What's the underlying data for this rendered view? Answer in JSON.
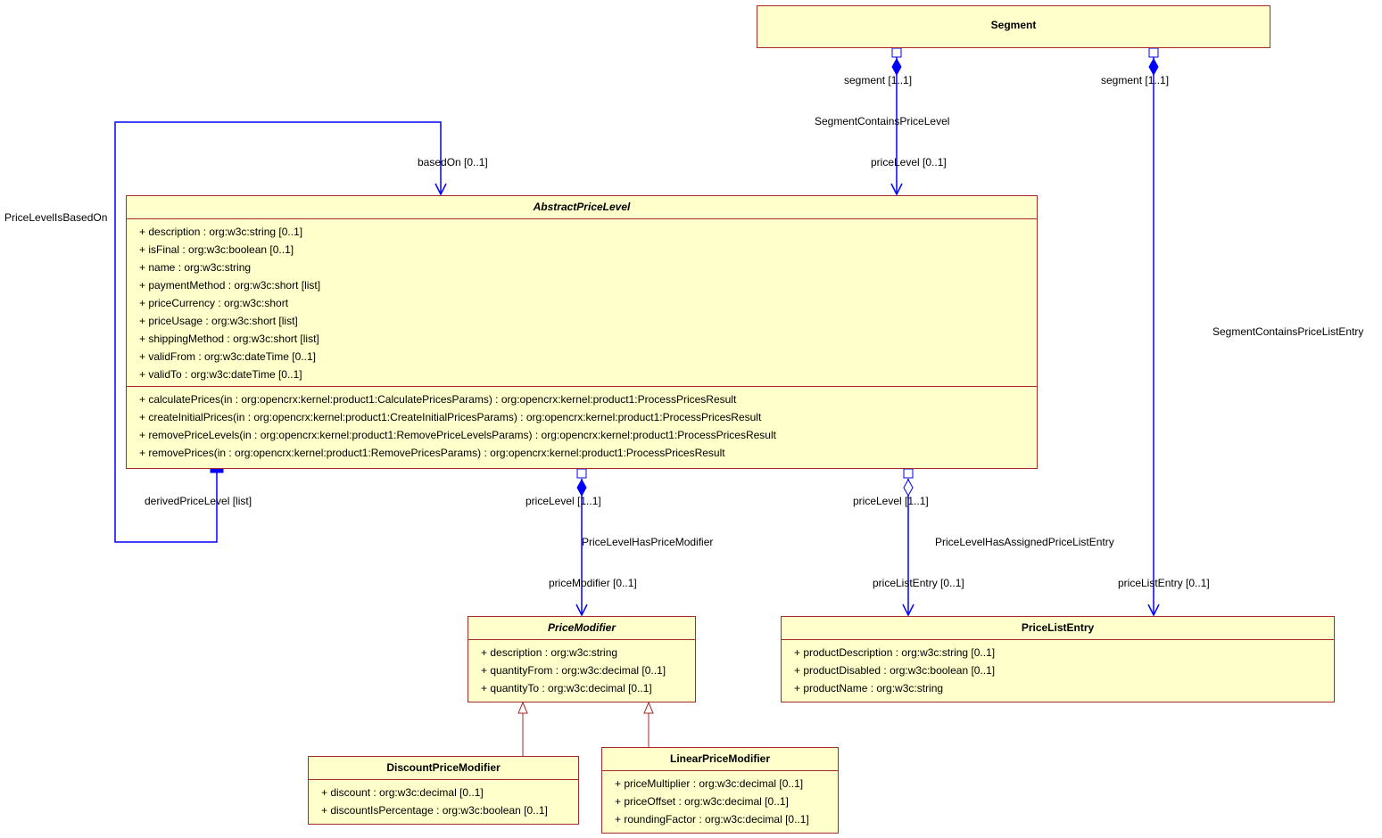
{
  "classes": {
    "segment": {
      "name": "Segment",
      "attributes": [],
      "operations": []
    },
    "abstract_price_level": {
      "name": "AbstractPriceLevel",
      "attributes": [
        "+ description : org:w3c:string [0..1]",
        "+ isFinal : org:w3c:boolean [0..1]",
        "+ name : org:w3c:string",
        "+ paymentMethod : org:w3c:short [list]",
        "+ priceCurrency : org:w3c:short",
        "+ priceUsage : org:w3c:short [list]",
        "+ shippingMethod : org:w3c:short [list]",
        "+ validFrom : org:w3c:dateTime [0..1]",
        "+ validTo : org:w3c:dateTime [0..1]"
      ],
      "operations": [
        "+ calculatePrices(in : org:opencrx:kernel:product1:CalculatePricesParams) : org:opencrx:kernel:product1:ProcessPricesResult",
        "+ createInitialPrices(in : org:opencrx:kernel:product1:CreateInitialPricesParams) : org:opencrx:kernel:product1:ProcessPricesResult",
        "+ removePriceLevels(in : org:opencrx:kernel:product1:RemovePriceLevelsParams) : org:opencrx:kernel:product1:ProcessPricesResult",
        "+ removePrices(in : org:opencrx:kernel:product1:RemovePricesParams) : org:opencrx:kernel:product1:ProcessPricesResult"
      ]
    },
    "price_modifier": {
      "name": "PriceModifier",
      "attributes": [
        "+ description : org:w3c:string",
        "+ quantityFrom : org:w3c:decimal [0..1]",
        "+ quantityTo : org:w3c:decimal [0..1]"
      ]
    },
    "price_list_entry": {
      "name": "PriceListEntry",
      "attributes": [
        "+ productDescription : org:w3c:string [0..1]",
        "+ productDisabled : org:w3c:boolean [0..1]",
        "+ productName : org:w3c:string"
      ]
    },
    "discount_price_modifier": {
      "name": "DiscountPriceModifier",
      "attributes": [
        "+ discount : org:w3c:decimal [0..1]",
        "+ discountIsPercentage : org:w3c:boolean [0..1]"
      ]
    },
    "linear_price_modifier": {
      "name": "LinearPriceModifier",
      "attributes": [
        "+ priceMultiplier : org:w3c:decimal [0..1]",
        "+ priceOffset : org:w3c:decimal [0..1]",
        "+ roundingFactor : org:w3c:decimal [0..1]"
      ]
    }
  },
  "associations": {
    "segment_contains_price_level": {
      "name": "SegmentContainsPriceLevel",
      "source_role": "segment [1..1]",
      "target_role": "priceLevel [0..1]"
    },
    "segment_contains_price_list_entry": {
      "name": "SegmentContainsPriceListEntry",
      "source_role": "segment [1..1]",
      "target_role": "priceListEntry [0..1]"
    },
    "price_level_is_based_on": {
      "name": "PriceLevelIsBasedOn",
      "source_role": "derivedPriceLevel [list]",
      "target_role": "basedOn [0..1]"
    },
    "price_level_has_price_modifier": {
      "name": "PriceLevelHasPriceModifier",
      "source_role": "priceLevel [1..1]",
      "target_role": "priceModifier [0..1]"
    },
    "price_level_has_assigned_price_list_entry": {
      "name": "PriceLevelHasAssignedPriceListEntry",
      "source_role": "priceLevel [1..1]",
      "target_role": "priceListEntry [0..1]"
    }
  },
  "colors": {
    "class_fill": "#ffffcc",
    "class_border": "#a52a2a",
    "association_line": "#0000ff",
    "generalization_line": "#a52a2a"
  }
}
